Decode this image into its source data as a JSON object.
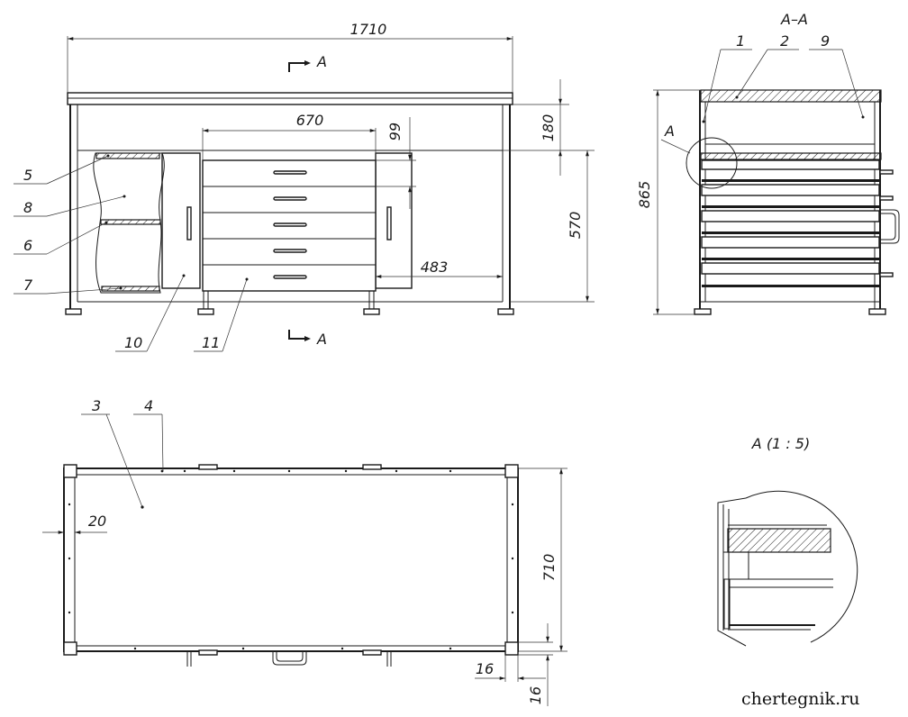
{
  "front_view": {
    "dims": {
      "overall_width": "1710",
      "drawer_width": "670",
      "drawer_height": "99",
      "top_height": "180",
      "base_height": "570",
      "side_width": "483"
    },
    "section_mark": "A",
    "callouts": [
      "5",
      "8",
      "6",
      "7",
      "10",
      "11"
    ]
  },
  "section_view": {
    "title": "A–A",
    "height_dim": "865",
    "detail_mark": "A",
    "callouts": [
      "1",
      "2",
      "9"
    ]
  },
  "plan_view": {
    "callouts": [
      "3",
      "4"
    ],
    "dims": {
      "edge_offset": "20",
      "depth": "710",
      "corner_x": "16",
      "corner_y": "16"
    }
  },
  "detail_view": {
    "title": "A (1 : 5)"
  },
  "watermark": "chertegnik.ru"
}
